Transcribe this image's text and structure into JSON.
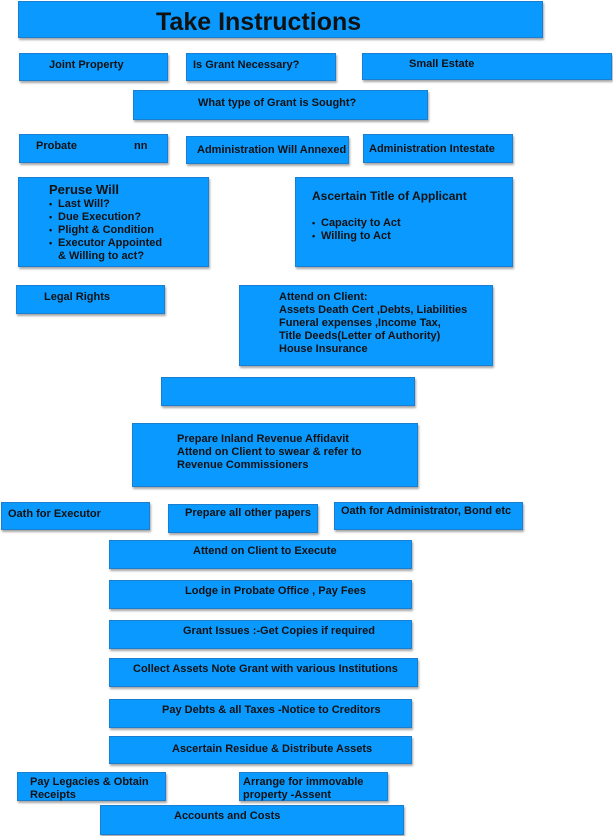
{
  "title": "Take Instructions",
  "row1": {
    "joint_property": "Joint Property",
    "is_grant_necessary": "Is Grant Necessary?",
    "small_estate": "Small Estate"
  },
  "grant_type": "What type of Grant is Sought?",
  "row3": {
    "probate": "Probate",
    "probate_extra": "nn",
    "will_annexed": "Administration Will Annexed",
    "intestate": "Administration Intestate"
  },
  "peruse_will": {
    "heading": "Peruse Will",
    "items": [
      "Last Will?",
      "Due Execution?",
      "Plight & Condition",
      "Executor Appointed"
    ],
    "continuation": "& Willing to act?"
  },
  "ascertain_title": {
    "heading": "Ascertain Title of Applicant",
    "items": [
      "Capacity to Act",
      "Willing to Act"
    ]
  },
  "legal_rights": "Legal Rights",
  "attend_client": {
    "lines": [
      "Attend on Client:",
      "Assets Death Cert ,Debts, Liabilities",
      "Funeral expenses ,Income Tax,",
      "Title Deeds(Letter of Authority)",
      "House Insurance"
    ]
  },
  "revenue_affidavit": {
    "lines": [
      "Prepare Inland Revenue Affidavit",
      "Attend on Client to swear & refer to",
      "Revenue Commissioners"
    ]
  },
  "oaths": {
    "executor": "Oath for Executor",
    "other_papers": "Prepare all other papers",
    "administrator": "Oath for Administrator, Bond etc"
  },
  "steps": [
    "Attend on Client to Execute",
    "Lodge in Probate Office , Pay Fees",
    "Grant Issues :-Get Copies if required",
    "Collect Assets Note Grant with various Institutions",
    "Pay Debts & all Taxes -Notice to Creditors",
    "Ascertain Residue & Distribute Assets"
  ],
  "final": {
    "legacies": [
      "Pay Legacies & Obtain",
      "Receipts"
    ],
    "immovable": [
      "Arrange for immovable",
      "property -Assent"
    ],
    "accounts": "Accounts and  Costs"
  }
}
